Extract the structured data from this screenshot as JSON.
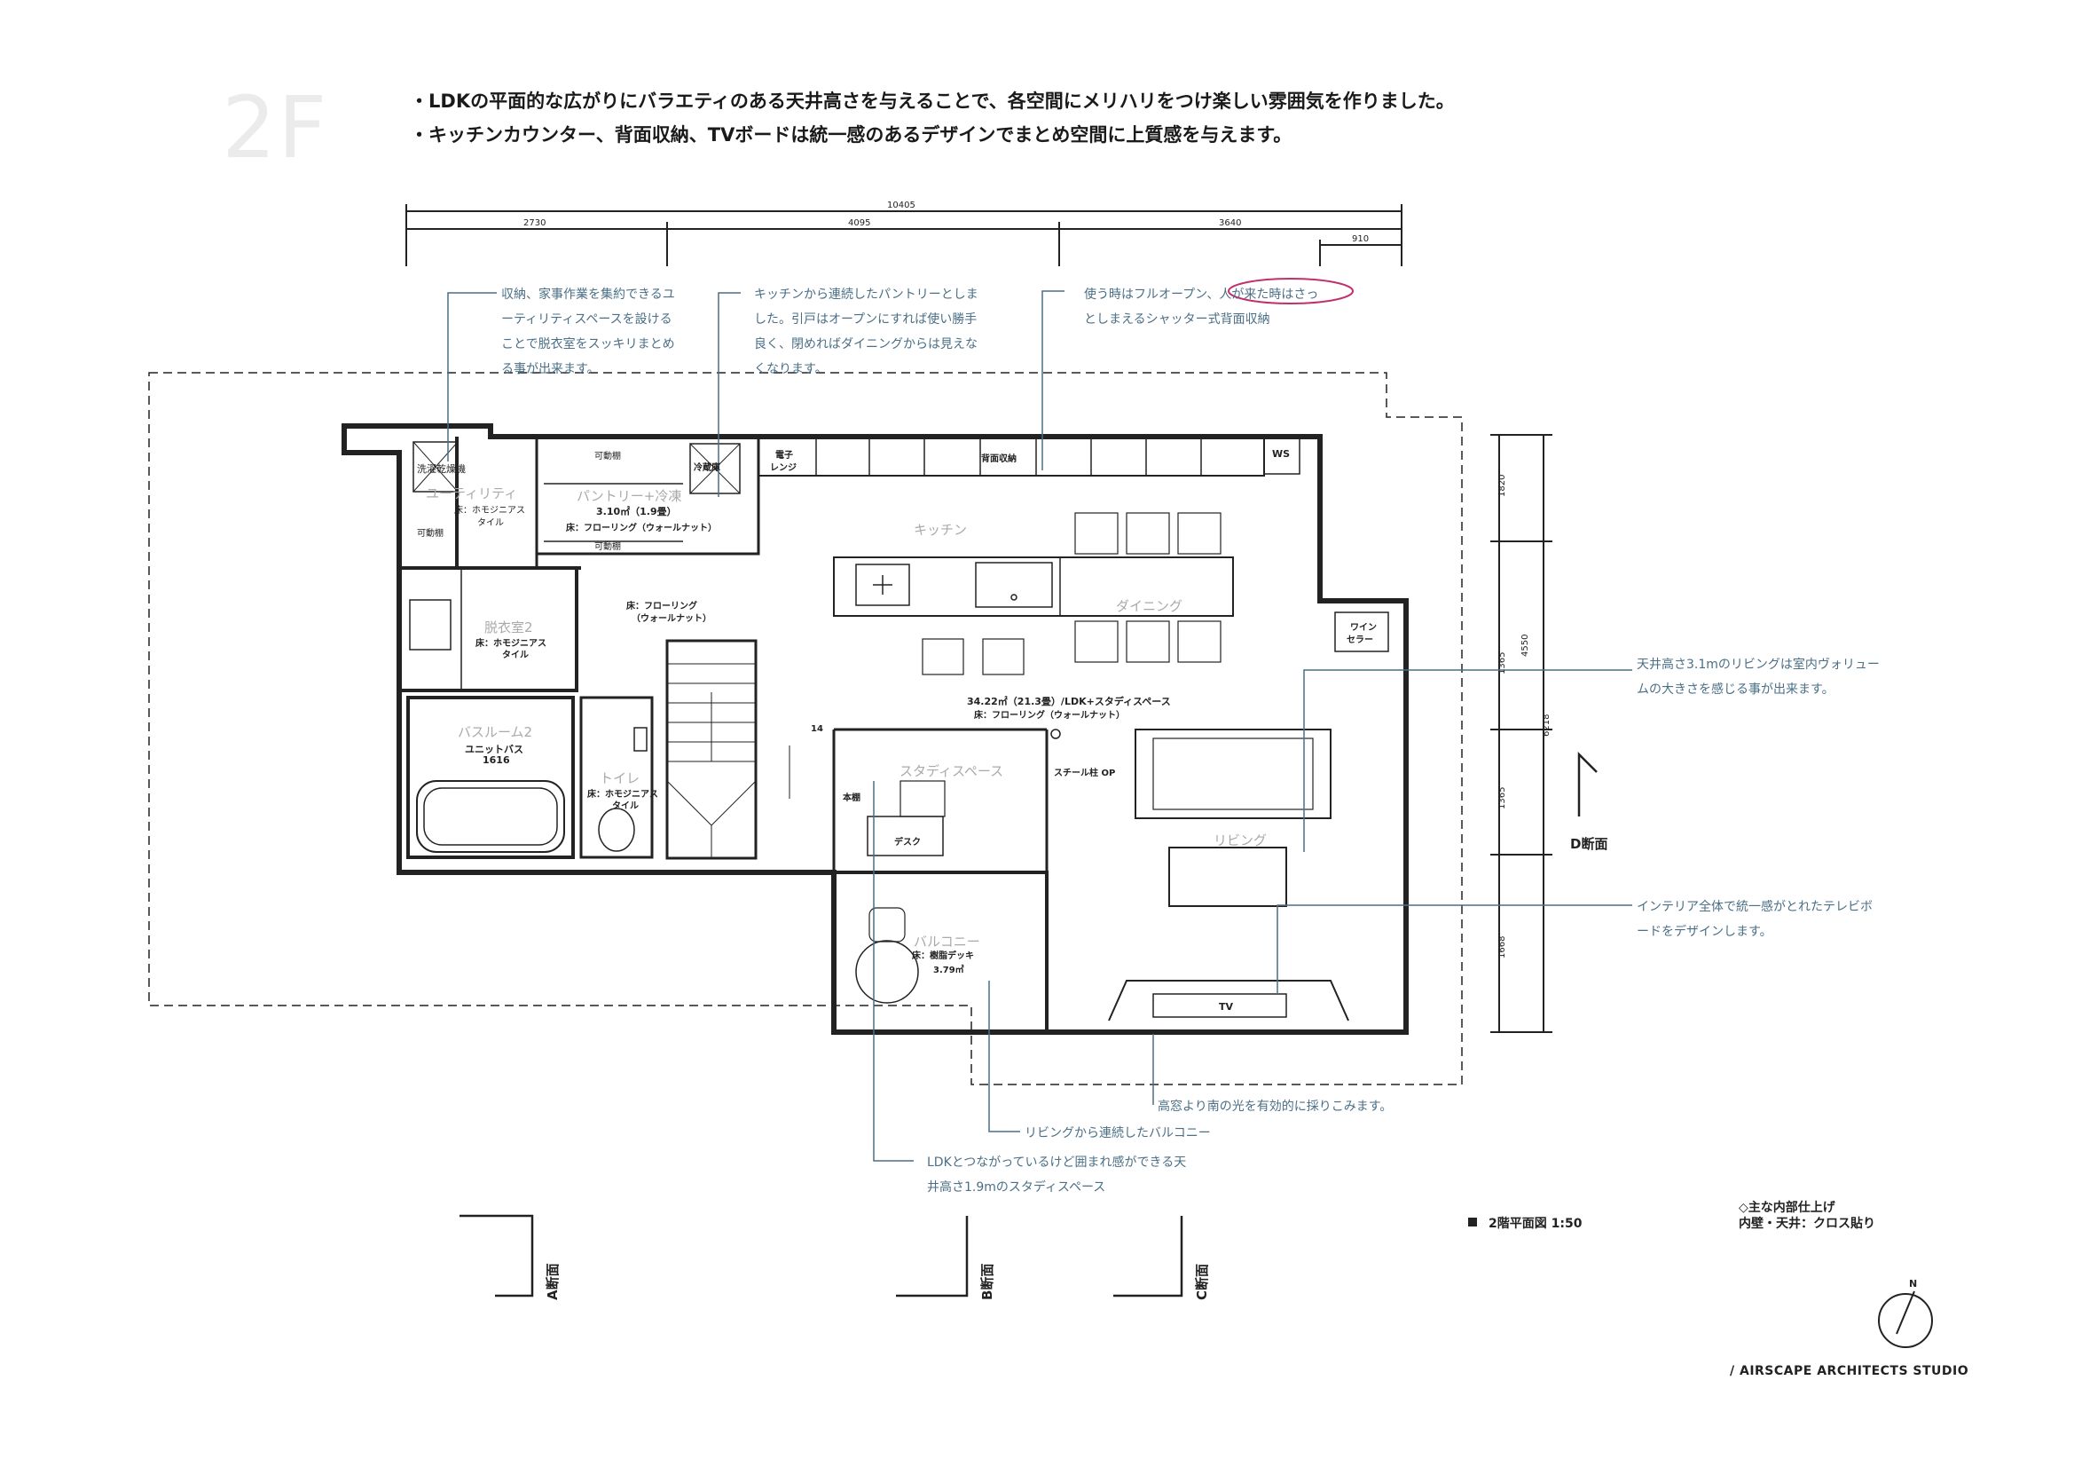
{
  "floor_label": "2F",
  "bullets": [
    "・LDKの平面的な広がりにバラエティのある天井高さを与えることで、各空間にメリハリをつけ楽しい雰囲気を作りました。",
    "・キッチンカウンター、背面収納、TVボードは統一感のあるデザインでまとめ空間に上質感を与えます。"
  ],
  "dimensions": {
    "total": "10405",
    "d1": "2730",
    "d2": "4095",
    "d3": "3640",
    "d4": "910",
    "v1": "1820",
    "v2": "4550",
    "v3": "1365",
    "v4": "1365",
    "v5": "6218",
    "v6": "1668"
  },
  "notes": {
    "utility": [
      "収納、家事作業を集約できるユ",
      "ーティリティスペースを設ける",
      "ことで脱衣室をスッキリまとめ",
      "る事が出来ます。"
    ],
    "pantry": [
      "キッチンから連続したパントリーとしま",
      "した。引戸はオープンにすれば使い勝手",
      "良く、閉めればダイニングからは見えな",
      "くなります。"
    ],
    "storage": [
      "使う時はフルオープン、人が来た時はさっ",
      "としまえるシャッター式背面収納"
    ],
    "living_ceiling": [
      "天井高さ3.1mのリビングは室内ヴォリュー",
      "ムの大きさを感じる事が出来ます。"
    ],
    "tvboard": [
      "インテリア全体で統一感がとれたテレビボ",
      "ードをデザインします。"
    ],
    "window": [
      "高窓より南の光を有効的に採りこみます。"
    ],
    "balcony": [
      "リビングから連続したバルコニー"
    ],
    "study": [
      "LDKとつながっているけど囲まれ感ができる天",
      "井高さ1.9mのスタディスペース"
    ]
  },
  "rooms": {
    "laundry": "洗濯乾燥機",
    "utility": "ユーティリティ",
    "utility_floor": [
      "床：ホモジニアス",
      "タイル"
    ],
    "shelf": "可動棚",
    "pantry": "パントリー+冷凍",
    "pantry_area": "3.10㎡（1.9畳）",
    "pantry_floor": "床：フローリング（ウォールナット）",
    "fridge": "冷蔵庫",
    "range": [
      "電子",
      "レンジ"
    ],
    "back_storage": "背面収納",
    "ws": "WS",
    "kitchen": "キッチン",
    "dining": "ダイニング",
    "wine": [
      "ワイン",
      "セラー"
    ],
    "hall_floor": [
      "床：フローリング",
      "（ウォールナット）"
    ],
    "dressing": "脱衣室2",
    "dressing_floor": [
      "床：ホモジニアス",
      "タイル"
    ],
    "bath": "バスルーム2",
    "bath_unit": [
      "ユニットバス",
      "1616"
    ],
    "toilet": "トイレ",
    "toilet_floor": [
      "床：ホモジニアス",
      "タイル"
    ],
    "ldk_area": "34.22㎡（21.3畳）/LDK+スタディスペース",
    "ldk_floor": "床：フローリング（ウォールナット）",
    "stair_num": "14",
    "study": "スタディスペース",
    "bookshelf": "本棚",
    "desk": "デスク",
    "steel_column": "スチール柱 OP",
    "living": "リビング",
    "balcony": "バルコニー",
    "balcony_floor": "床：樹脂デッキ",
    "balcony_area": "3.79㎡",
    "tv": "TV"
  },
  "sections": {
    "a": "A断面",
    "b": "B断面",
    "c": "C断面",
    "d": "D断面"
  },
  "scale_label": "2階平面図 1:50",
  "finish_title": "◇主な内部仕上げ",
  "finish_body": "内壁・天井：クロス貼り",
  "studio": "/ AIRSCAPE ARCHITECTS STUDIO",
  "compass": "N",
  "colors": {
    "wall": "#222222",
    "leader": "#4a6f86",
    "pink": "#c0306a",
    "gray_label": "#aaaaaa"
  }
}
